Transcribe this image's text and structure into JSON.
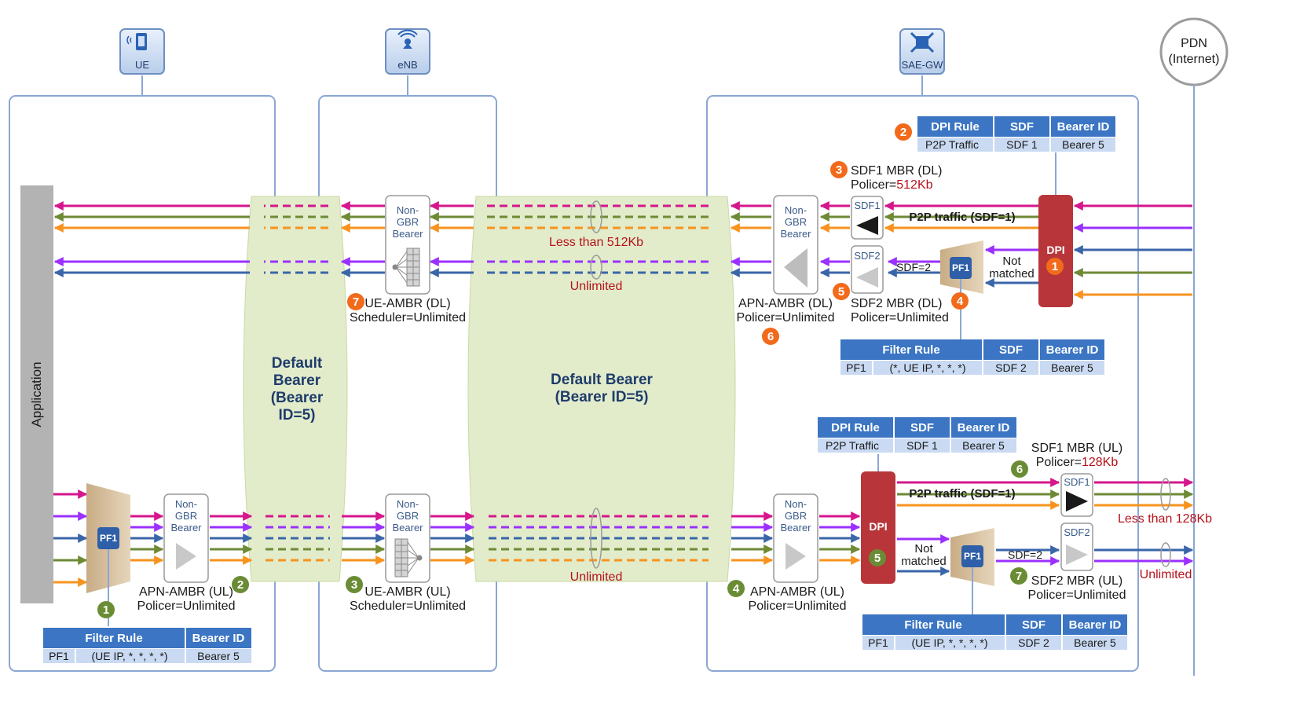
{
  "nodes": {
    "ue": "UE",
    "enb": "eNB",
    "saegw": "SAE-GW",
    "pdn": "PDN\n(Internet)",
    "pdn_line1": "PDN",
    "pdn_line2": "(Internet)"
  },
  "application_label": "Application",
  "default_bearer_small": [
    "Default",
    "Bearer",
    "(Bearer",
    "ID=5)"
  ],
  "default_bearer_big": [
    "Default Bearer",
    "(Bearer ID=5)"
  ],
  "bearer_box": [
    "Non-",
    "GBR",
    "Bearer"
  ],
  "sdf1": "SDF1",
  "sdf2": "SDF2",
  "pf1": "PF1",
  "dpi": "DPI",
  "not_matched": [
    "Not",
    "matched"
  ],
  "sdf_eq_2": "SDF=2",
  "p2p_traffic": "P2P traffic (SDF=1)",
  "dl": {
    "less_than_512": "Less than 512Kb",
    "unlimited": "Unlimited",
    "ue_ambr": [
      "UE-AMBR (DL)",
      "Scheduler=Unlimited"
    ],
    "apn_ambr": [
      "APN-AMBR (DL)",
      "Policer=Unlimited"
    ],
    "sdf1_mbr": [
      "SDF1 MBR (DL)",
      "Policer=",
      "512Kb"
    ],
    "sdf2_mbr": [
      "SDF2 MBR (DL)",
      "Policer=Unlimited"
    ],
    "badges": {
      "dpi": "1",
      "dpi_table": "2",
      "sdf1": "3",
      "pf1": "4",
      "sdf2": "5",
      "apn": "6",
      "ue_ambr": "7"
    }
  },
  "ul": {
    "unlimited": "Unlimited",
    "unlimited_right": "Unlimited",
    "less_than_128": "Less than 128Kb",
    "apn_ambr_ue": [
      "APN-AMBR (UL)",
      "Policer=Unlimited"
    ],
    "ue_ambr": [
      "UE-AMBR (UL)",
      "Scheduler=Unlimited"
    ],
    "apn_ambr_gw": [
      "APN-AMBR (UL)",
      "Policer=Unlimited"
    ],
    "sdf1_mbr": [
      "SDF1 MBR (UL)",
      "Policer=",
      "128Kb"
    ],
    "sdf2_mbr": [
      "SDF2 MBR (UL)",
      "Policer=Unlimited"
    ],
    "badges": {
      "pf1": "1",
      "apn_ue": "2",
      "ue_ambr": "3",
      "apn_gw": "4",
      "dpi": "5",
      "sdf1": "6",
      "sdf2": "7"
    }
  },
  "tables": {
    "dl_dpi": {
      "headers": [
        "DPI Rule",
        "SDF",
        "Bearer ID"
      ],
      "row": [
        "P2P Traffic",
        "SDF 1",
        "Bearer 5"
      ]
    },
    "dl_filter": {
      "headers": [
        "Filter Rule",
        "SDF",
        "Bearer ID"
      ],
      "row": [
        "PF1",
        "(*, UE IP, *, *, *)",
        "SDF 2",
        "Bearer 5"
      ]
    },
    "ul_dpi": {
      "headers": [
        "DPI Rule",
        "SDF",
        "Bearer ID"
      ],
      "row": [
        "P2P Traffic",
        "SDF 1",
        "Bearer 5"
      ]
    },
    "ul_filter_gw": {
      "headers": [
        "Filter Rule",
        "SDF",
        "Bearer ID"
      ],
      "row": [
        "PF1",
        "(UE IP, *, *, *, *)",
        "SDF 2",
        "Bearer 5"
      ]
    },
    "ul_filter_ue": {
      "headers": [
        "Filter Rule",
        "Bearer ID"
      ],
      "row": [
        "PF1",
        "(UE IP, *, *, *, *)",
        "Bearer 5"
      ]
    }
  },
  "colors": {
    "magenta": "#d6168c",
    "green": "#6e8a35",
    "orange": "#f7931e",
    "purple": "#9b30ff",
    "blue": "#3a66a8",
    "badge_orange": "#f26a1b",
    "badge_green": "#6a8c35",
    "table_header": "#3b75c3",
    "table_cell": "#c9daf2",
    "dpi_red": "#b8363a",
    "bearer_tube": "#e2eccb"
  }
}
